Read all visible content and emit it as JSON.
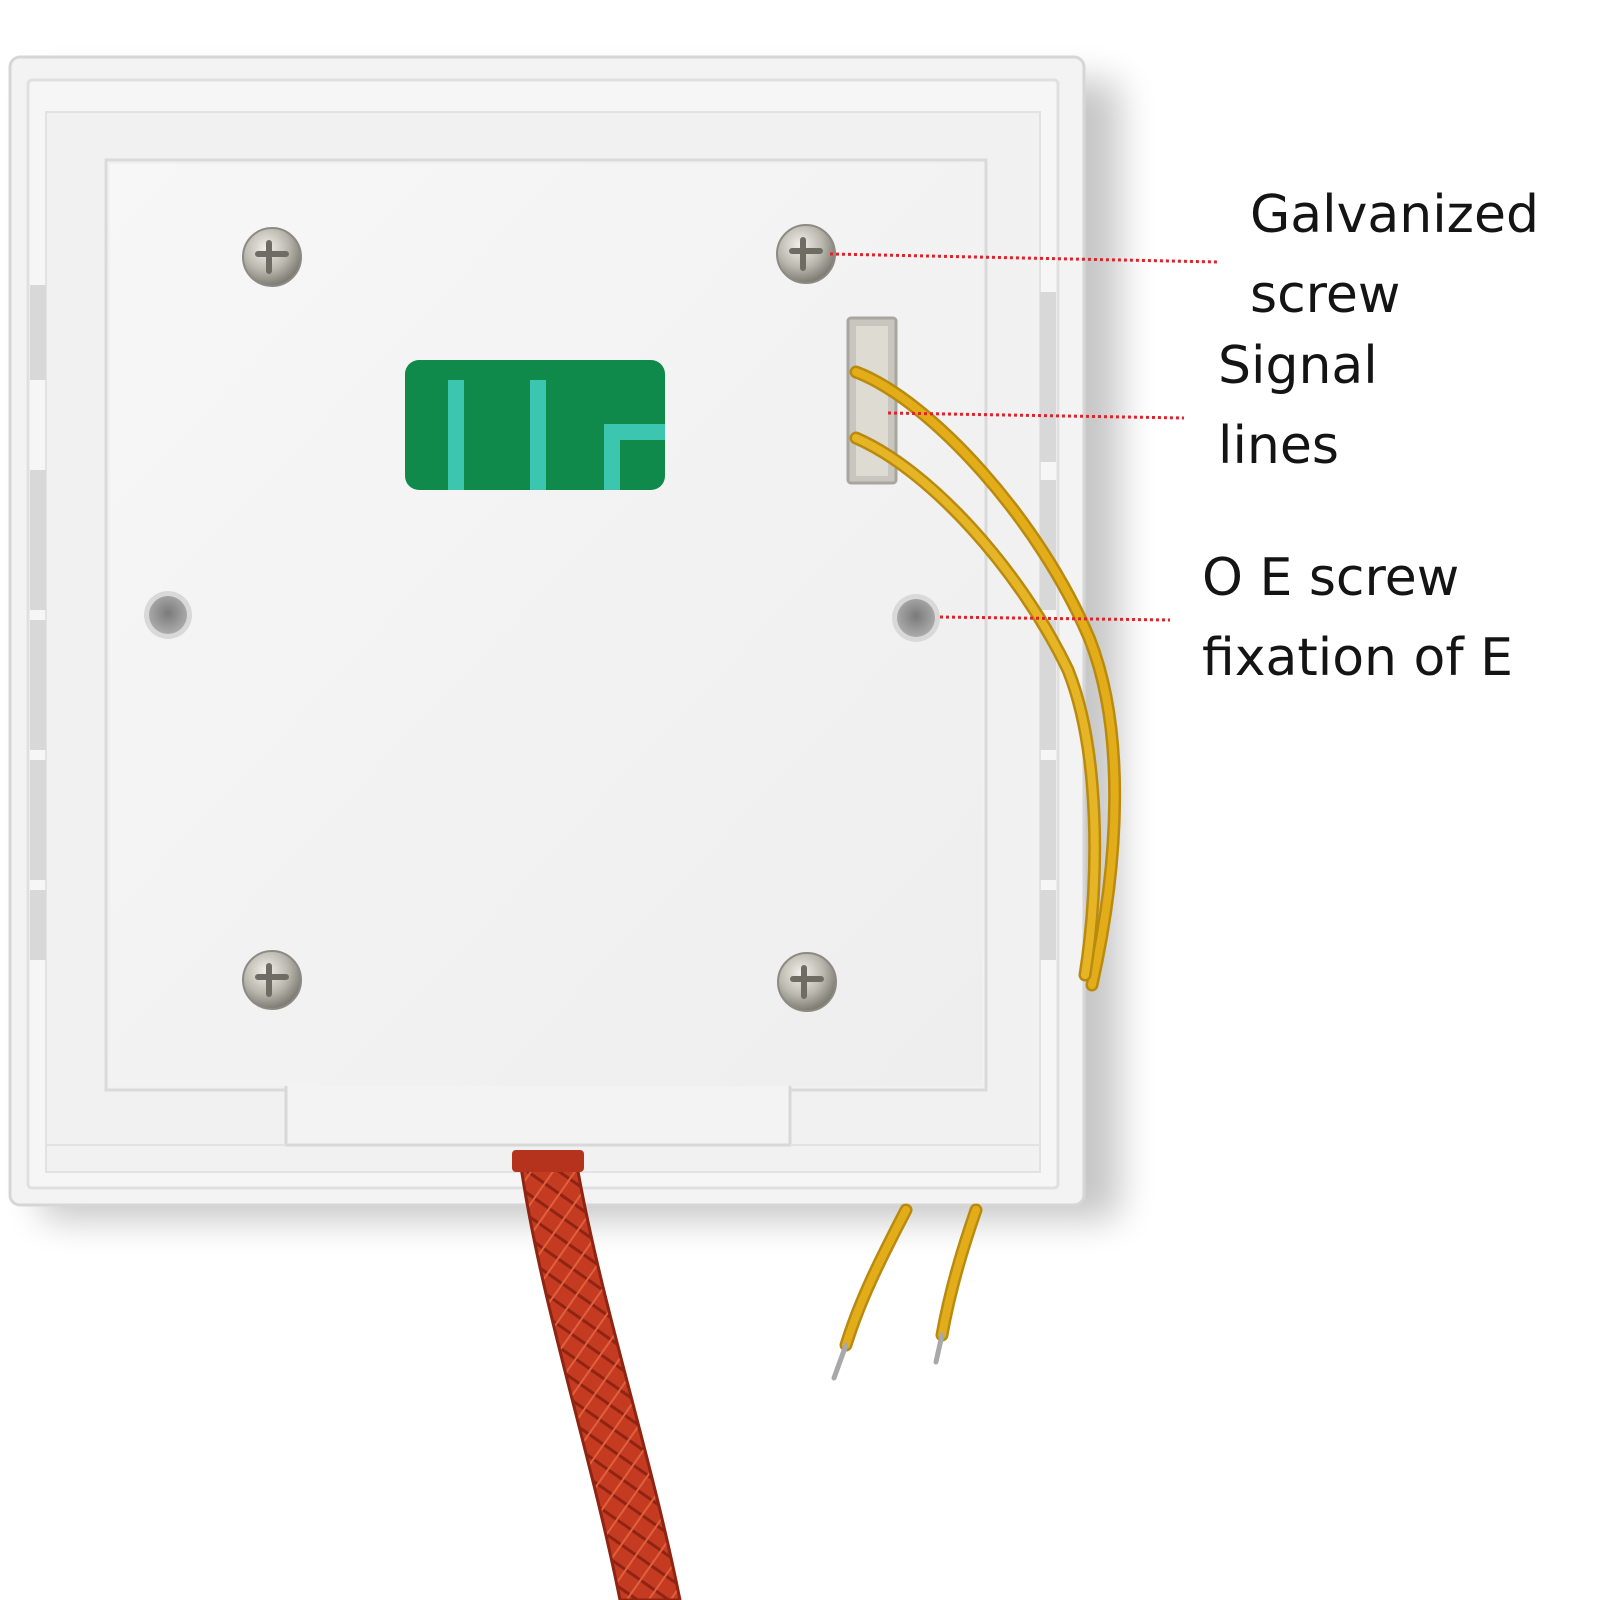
{
  "callouts": {
    "galvanized_screw": {
      "line1": "Galvanized",
      "line2": "screw"
    },
    "signal_lines": {
      "line1": "Signal",
      "line2": "lines"
    },
    "oe_screw": {
      "line1": "O E screw",
      "line2": "fixation of E"
    }
  },
  "colors": {
    "panel_face": "#f4f4f4",
    "panel_edge": "#dcdcdc",
    "pcb_window": "#0f8a4a",
    "pcb_trace": "#3cc6b0",
    "leader_line": "#e0222a",
    "yellow_wire": "#e3ad1a",
    "red_cable": "#c43b22"
  }
}
